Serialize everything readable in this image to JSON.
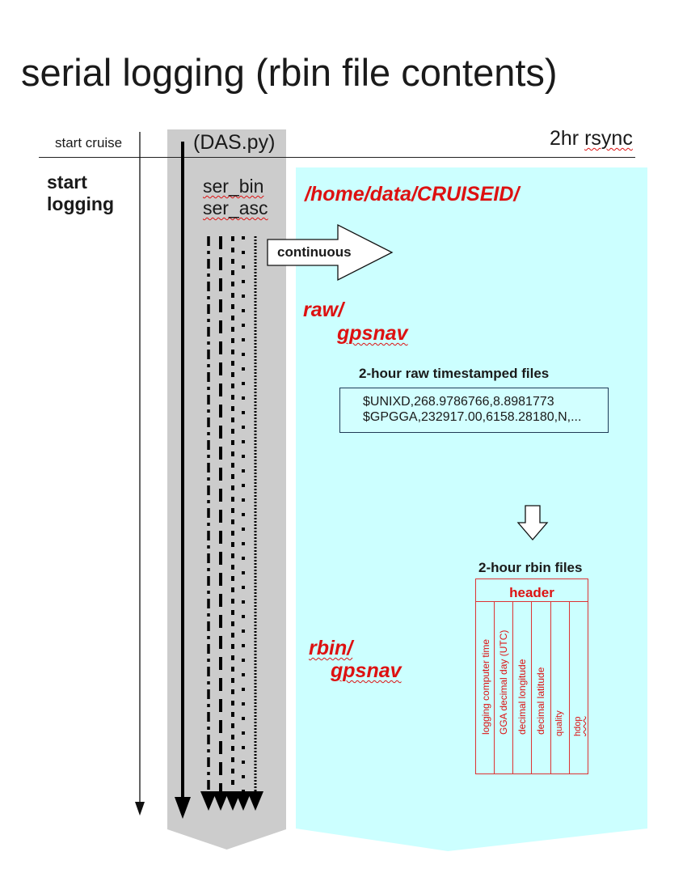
{
  "title": "serial logging (rbin file contents)",
  "header": {
    "start_cruise": "start cruise",
    "das_program": "(DAS.py)",
    "rsync_label": "2hr rsync"
  },
  "left": {
    "start_logging_line1": "start",
    "start_logging_line2": "logging"
  },
  "gray_column": {
    "ser_bin": "ser_bin",
    "ser_asc": "ser_asc"
  },
  "arrow_label": "continuous",
  "cyan_area": {
    "data_path": "/home/data/CRUISEID/",
    "raw_dir": "raw/",
    "raw_subdir": "gpsnav",
    "raw_files_title": "2-hour raw timestamped files",
    "raw_lines": [
      "$UNIXD,268.9786766,8.8981773",
      "$GPGGA,232917.00,6158.28180,N,..."
    ],
    "rbin_dir": "rbin/",
    "rbin_subdir": "gpsnav",
    "rbin_files_title": "2-hour rbin files",
    "rbin_header": "header",
    "rbin_columns": [
      "logging computer time",
      "GGA decimal day (UTC)",
      "decimal longitude",
      "decimal  latitude",
      "quality",
      "hdop"
    ]
  },
  "colors": {
    "gray_column": "#cccccc",
    "cyan_area": "#ccffff",
    "red_text": "#dd1111"
  }
}
